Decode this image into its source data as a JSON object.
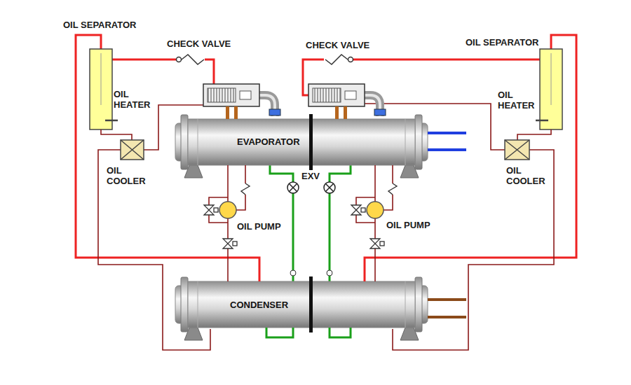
{
  "diagram": {
    "nodes": [
      {
        "text": [
          "EVAPORATOR"
        ]
      },
      {
        "text": [
          "CONDENSER"
        ]
      }
    ],
    "edges": [
      {
        "from": 1,
        "to": 0,
        "arrow": "none"
      },
      {
        "from": 1,
        "to": 0,
        "arrow": "none"
      }
    ],
    "labels": [
      "OIL SEPARATOR",
      "CHECK VALVE",
      "CHECK VALVE",
      "OIL SEPARATOR",
      "OIL HEATER",
      "OIL HEATER",
      "EXV",
      "OIL COOLER",
      "OIL COOLER",
      "OIL PUMP",
      "OIL PUMP"
    ]
  }
}
